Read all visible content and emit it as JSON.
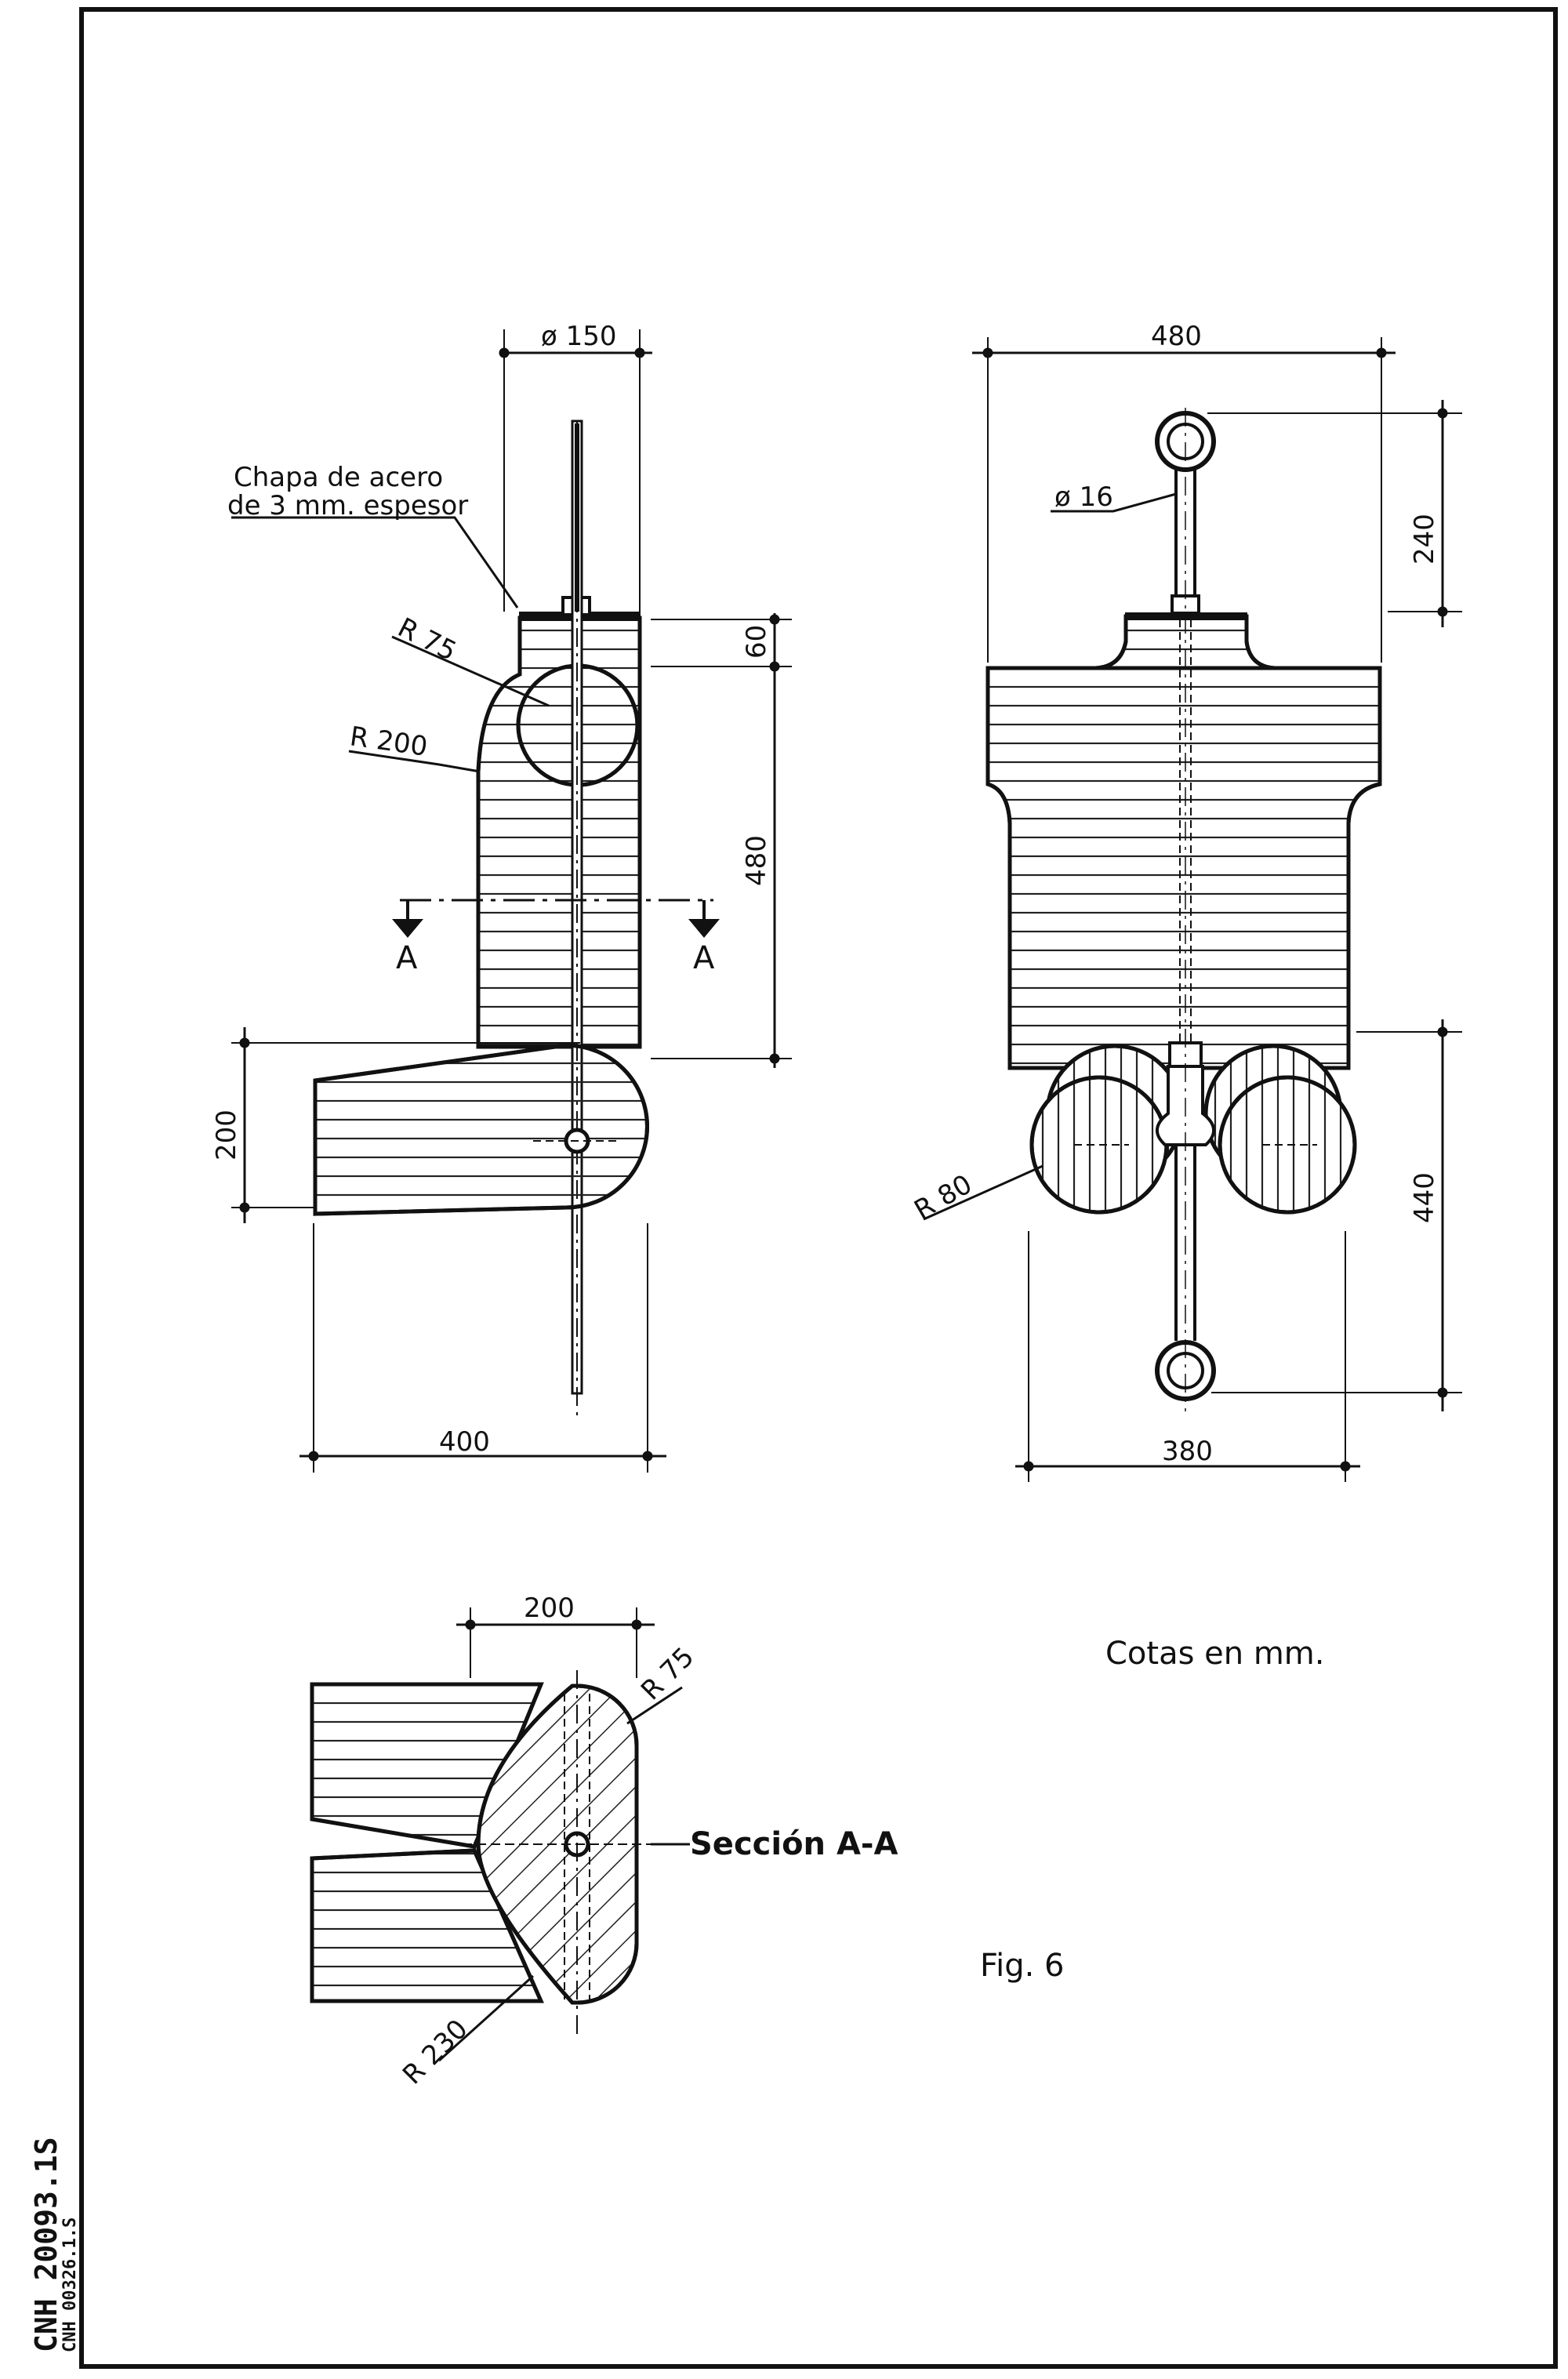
{
  "figure": {
    "caption": "Fig. 6",
    "units_note": "Cotas en mm.",
    "code_main": "CNH 20093.1S",
    "code_sub": "CNH 00326.1.S"
  },
  "side_view": {
    "top_diameter": "ø 150",
    "plate_note_line1": "Chapa de acero",
    "plate_note_line2": "de 3 mm. espesor",
    "radius_small": "R 75",
    "radius_large": "R 200",
    "dim_top": "60",
    "dim_height": "480",
    "dim_arm": "200",
    "dim_width": "400",
    "section_mark": "A"
  },
  "front_view": {
    "dim_width_top": "480",
    "dim_width_bottom": "380",
    "rod_diameter": "ø 16",
    "dim_top_rod": "240",
    "dim_bottom": "440",
    "roller_radius": "R 80"
  },
  "section_view": {
    "dim_width": "200",
    "radius_small": "R 75",
    "radius_large": "R 230",
    "section_label": "Sección A-A"
  }
}
